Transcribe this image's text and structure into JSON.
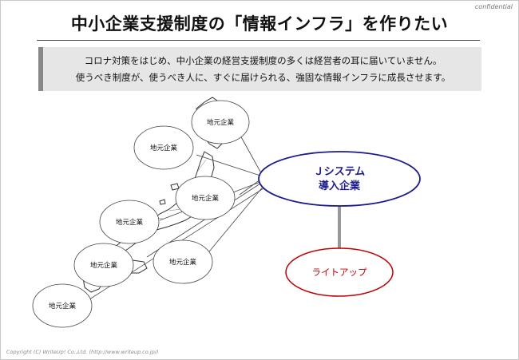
{
  "header": {
    "confidential": "confidential",
    "title": "中小企業支援制度の「情報インフラ」を作りたい"
  },
  "intro": {
    "line1": "コロナ対策をはじめ、中小企業の経営支援制度の多くは経営者の耳に届いていません。",
    "line2": "使うべき制度が、使うべき人に、すぐに届けられる、強固な情報インフラに成長させます。"
  },
  "diagram": {
    "hub": {
      "line1": "Ｊシステム",
      "line2": "導入企業",
      "color": "#1a1a8c"
    },
    "local_nodes": [
      "地元企業",
      "地元企業",
      "地元企業",
      "地元企業",
      "地元企業",
      "地元企業",
      "地元企業"
    ],
    "target": {
      "label": "ライトアップ",
      "color": "#c00000"
    },
    "connector_color": "#999999"
  },
  "footer": {
    "copyright": "Copyright (C)  WriteUp! Co.,Ltd. (http://www.writeup.co.jp/)"
  }
}
